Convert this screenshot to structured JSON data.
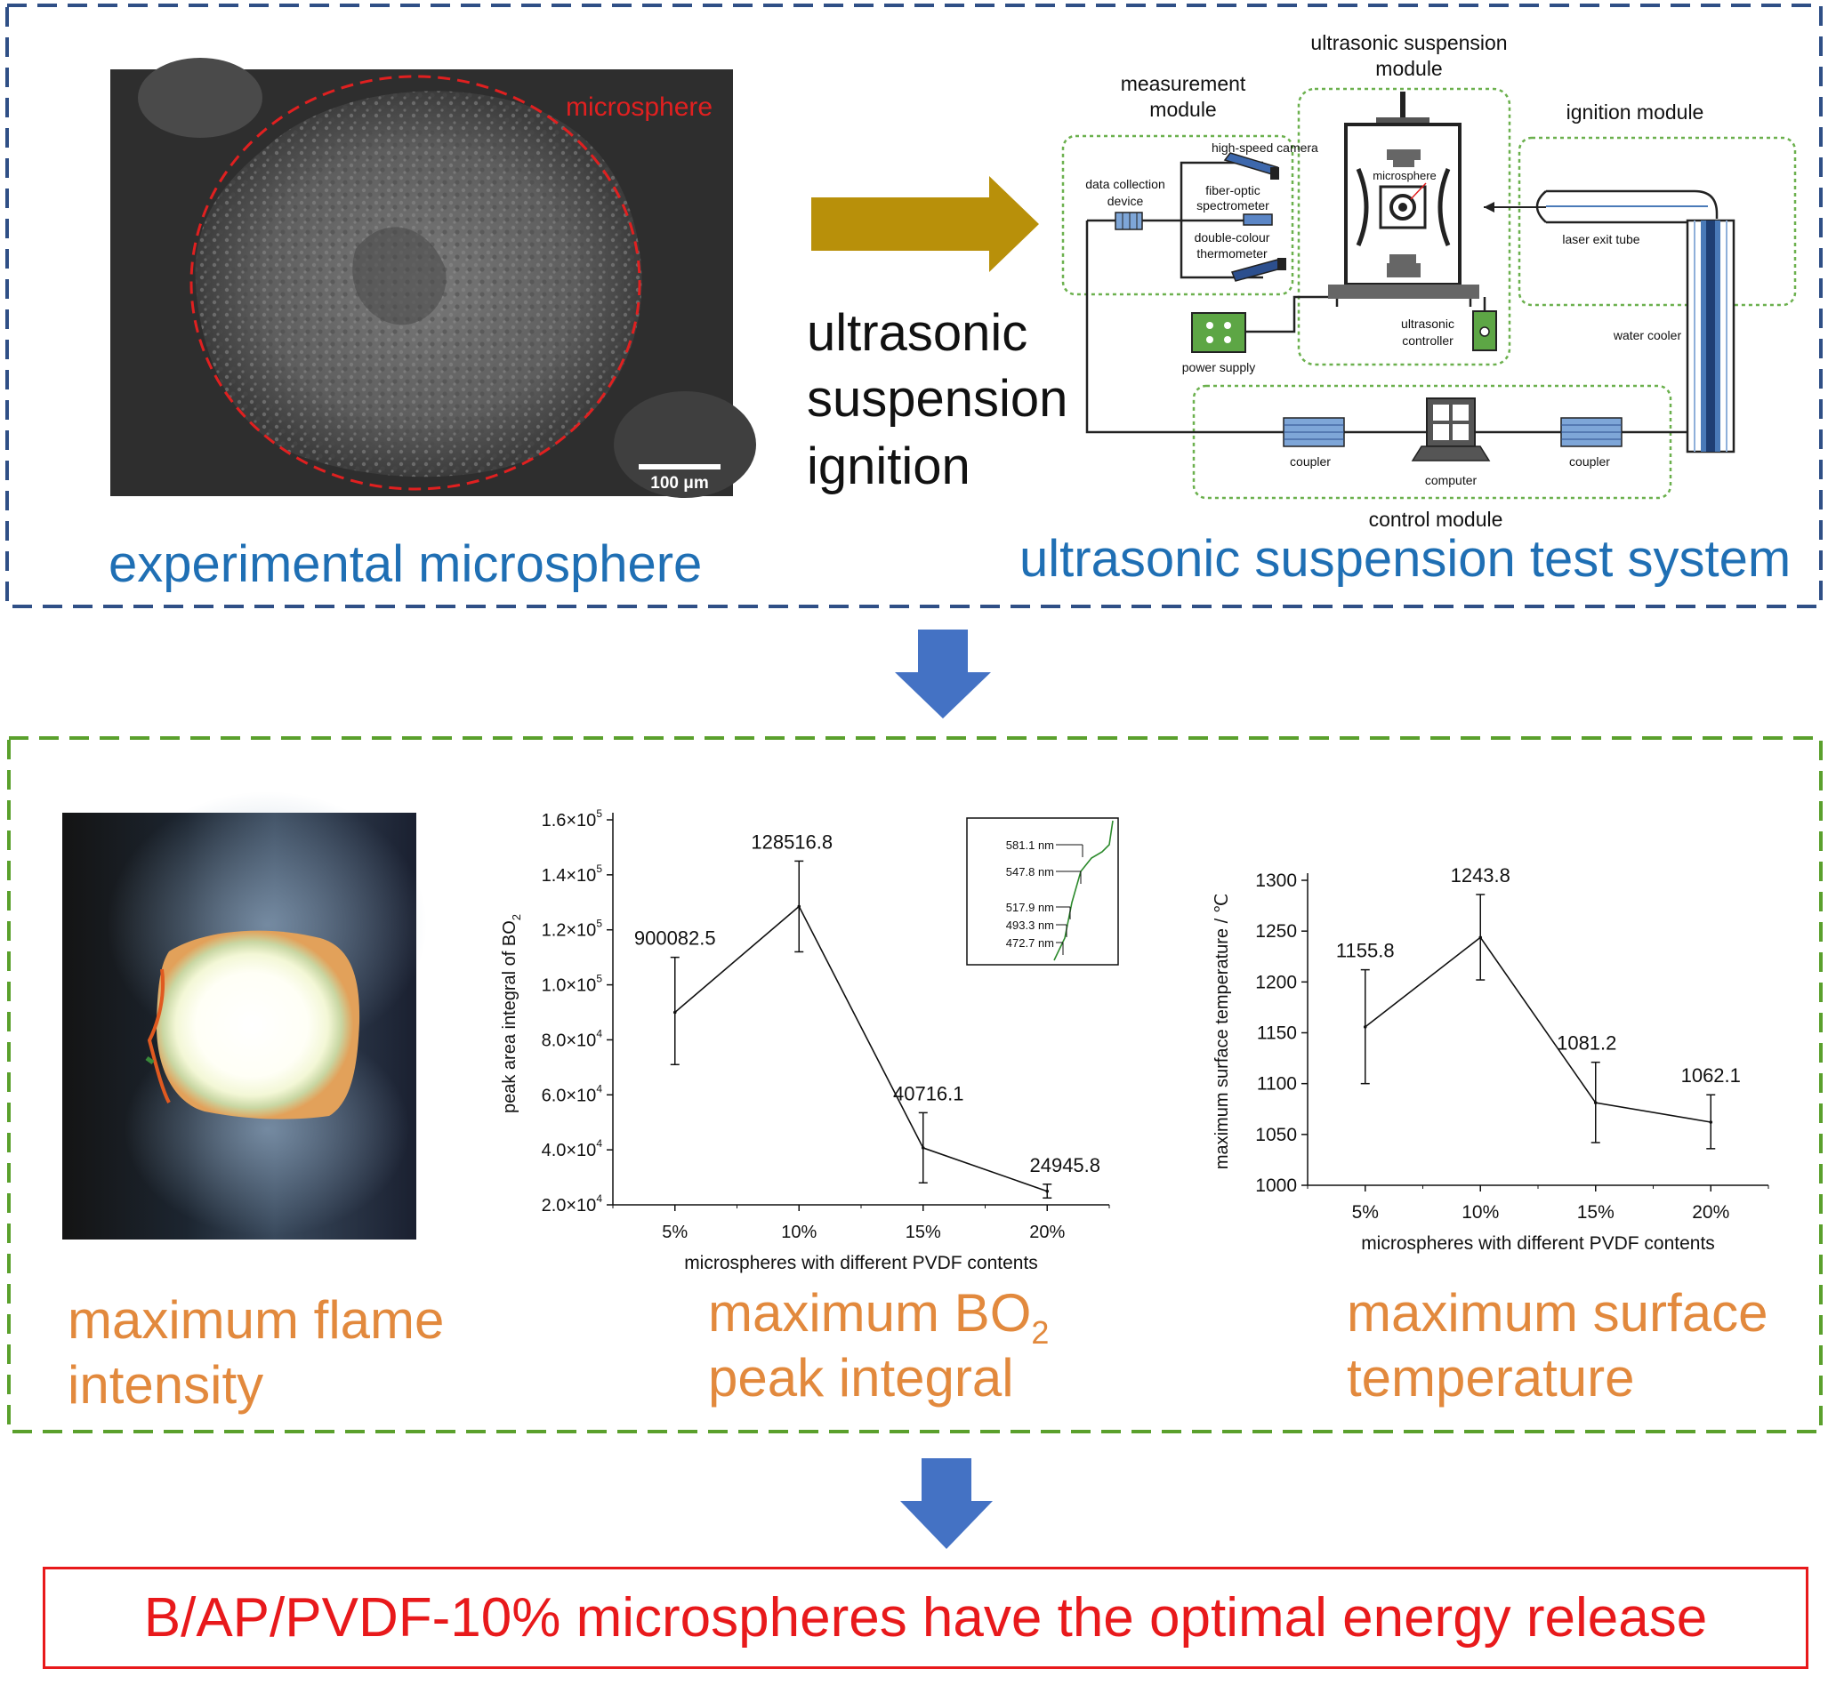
{
  "colors": {
    "top_border": "#2f4f86",
    "mid_border": "#5aa02c",
    "caption_blue": "#1f6fb4",
    "caption_orange": "#e2893d",
    "conclusion_red": "#e8191b",
    "arrow_gold": "#b8900a",
    "arrow_blue": "#4472c4",
    "module_border": "#6bb04d",
    "sem_circle": "#e02020"
  },
  "top": {
    "sem": {
      "label": "microsphere",
      "scale_bar": "100 μm"
    },
    "caption_left": "experimental microsphere",
    "arrow_text": [
      "ultrasonic",
      "suspension",
      "ignition"
    ],
    "caption_right": "ultrasonic suspension test system",
    "system": {
      "measurement_module": [
        "measurement",
        "module"
      ],
      "suspension_module": [
        "ultrasonic suspension",
        "module"
      ],
      "ignition_module": "ignition module",
      "high_speed_camera": "high-speed camera",
      "data_collection": [
        "data collection",
        "device"
      ],
      "fiber_optic": [
        "fiber-optic",
        "spectrometer"
      ],
      "double_colour": [
        "double-colour",
        "thermometer"
      ],
      "microsphere": "microsphere",
      "laser_exit_tube": "laser exit tube",
      "ultrasonic_controller": [
        "ultrasonic",
        "controller"
      ],
      "water_cooler": "water cooler",
      "power_supply": "power supply",
      "coupler": "coupler",
      "computer": "computer",
      "control_module": "control module"
    }
  },
  "middle": {
    "caption_flame": [
      "maximum flame",
      "intensity"
    ],
    "caption_bo2": [
      "maximum BO",
      "2",
      "peak integral"
    ],
    "caption_temp": [
      "maximum surface",
      "temperature"
    ]
  },
  "conclusion": "B/AP/PVDF-10% microspheres have the optimal energy release",
  "chart_data": [
    {
      "type": "line",
      "categories": [
        "5%",
        "10%",
        "15%",
        "20%"
      ],
      "values": [
        90000,
        128516.8,
        40716.1,
        24945.8
      ],
      "data_labels": [
        "900082.5",
        "128516.8",
        "40716.1",
        "24945.8"
      ],
      "error_low": [
        71000,
        112000,
        28000,
        22500
      ],
      "error_high": [
        110000,
        145000,
        53500,
        27500
      ],
      "ylim": [
        20000,
        160000
      ],
      "yticks": [
        20000,
        40000,
        60000,
        80000,
        100000,
        120000,
        140000,
        160000
      ],
      "ytick_mantissa": [
        "2.0",
        "4.0",
        "6.0",
        "8.0",
        "1.0",
        "1.2",
        "1.4",
        "1.6"
      ],
      "ytick_exponent": [
        "4",
        "4",
        "4",
        "4",
        "5",
        "5",
        "5",
        "5"
      ],
      "ylabel_main": "peak area integral of BO",
      "ylabel_sub": "2",
      "xlabel": "microspheres with different PVDF contents",
      "inset_labels": [
        "581.1 nm",
        "547.8 nm",
        "517.9 nm",
        "493.3 nm",
        "472.7 nm"
      ]
    },
    {
      "type": "line",
      "categories": [
        "5%",
        "10%",
        "15%",
        "20%"
      ],
      "values": [
        1155.8,
        1243.8,
        1081.2,
        1062.1
      ],
      "data_labels": [
        "1155.8",
        "1243.8",
        "1081.2",
        "1062.1"
      ],
      "error_low": [
        1100,
        1202,
        1042,
        1036
      ],
      "error_high": [
        1212,
        1286,
        1121,
        1089
      ],
      "ylim": [
        1000,
        1300
      ],
      "yticks": [
        1000,
        1050,
        1100,
        1150,
        1200,
        1250,
        1300
      ],
      "ytick_labels": [
        "1000",
        "1050",
        "1100",
        "1150",
        "1200",
        "1250",
        "1300"
      ],
      "ylabel": "maximum surface temperature / ℃",
      "xlabel": "microspheres with different PVDF contents"
    }
  ]
}
